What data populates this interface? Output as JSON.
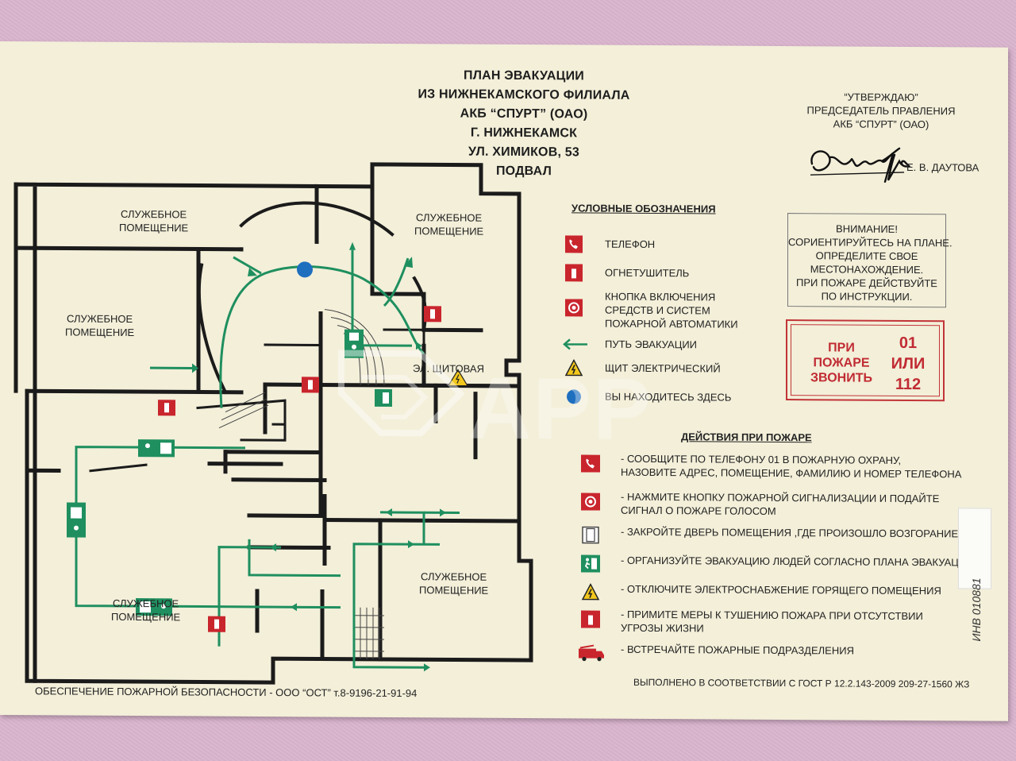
{
  "title": {
    "lines": [
      "ПЛАН ЭВАКУАЦИИ",
      "ИЗ НИЖНЕКАМСКОГО ФИЛИАЛА",
      "АКБ “СПУРТ” (ОАО)",
      "Г. НИЖНЕКАМСК",
      "УЛ. ХИМИКОВ, 53",
      "ПОДВАЛ"
    ]
  },
  "approval": {
    "lines": [
      "“УТВЕРЖДАЮ”",
      "ПРЕДСЕДАТЕЛЬ ПРАВЛЕНИЯ",
      "АКБ “СПУРТ” (ОАО)"
    ],
    "signature": "Даутова",
    "name": "Е. В. ДАУТОВА"
  },
  "attention": {
    "lines": [
      "ВНИМАНИЕ!",
      "СОРИЕНТИРУЙТЕСЬ НА ПЛАНЕ.",
      "ОПРЕДЕЛИТЕ СВОЕ",
      "МЕСТОНАХОЖДЕНИЕ.",
      "ПРИ ПОЖАРЕ ДЕЙСТВУЙТЕ",
      "ПО ИНСТРУКЦИИ."
    ]
  },
  "fire_call": {
    "left": [
      "ПРИ",
      "ПОЖАРЕ",
      "ЗВОНИТЬ"
    ],
    "right": [
      "01",
      "ИЛИ",
      "112"
    ]
  },
  "legend": {
    "title": "УСЛОВНЫЕ ОБОЗНАЧЕНИЯ",
    "items": [
      {
        "icon": "telephone-icon",
        "label": [
          "ТЕЛЕФОН"
        ]
      },
      {
        "icon": "fire-extinguisher-icon",
        "label": [
          "ОГНЕТУШИТЕЛЬ"
        ]
      },
      {
        "icon": "fire-alarm-button-icon",
        "label": [
          "КНОПКА ВКЛЮЧЕНИЯ",
          "СРЕДСТВ И СИСТЕМ",
          "ПОЖАРНОЙ АВТОМАТИКИ"
        ]
      },
      {
        "icon": "evacuation-arrow-icon",
        "label": [
          "ПУТЬ ЭВАКУАЦИИ"
        ]
      },
      {
        "icon": "electrical-panel-icon",
        "label": [
          "ЩИТ ЭЛЕКТРИЧЕСКИЙ"
        ]
      },
      {
        "icon": "you-are-here-icon",
        "label": [
          "ВЫ НАХОДИТЕСЬ ЗДЕСЬ"
        ]
      }
    ]
  },
  "actions": {
    "title": "ДЕЙСТВИЯ ПРИ ПОЖАРЕ",
    "items": [
      {
        "icon": "telephone-icon",
        "label": [
          "- СООБЩИТЕ ПО ТЕЛЕФОНУ 01 В ПОЖАРНУЮ ОХРАНУ,",
          "НАЗОВИТЕ АДРЕС, ПОМЕЩЕНИЕ, ФАМИЛИЮ И НОМЕР ТЕЛЕФОНА"
        ]
      },
      {
        "icon": "fire-alarm-button-icon",
        "label": [
          "- НАЖМИТЕ КНОПКУ ПОЖАРНОЙ СИГНАЛИЗАЦИИ И ПОДАЙТЕ",
          "СИГНАЛ О ПОЖАРЕ ГОЛОСОМ"
        ]
      },
      {
        "icon": "door-icon",
        "label": [
          "- ЗАКРОЙТЕ ДВЕРЬ ПОМЕЩЕНИЯ ,ГДЕ ПРОИЗОШЛО ВОЗГОРАНИЕ"
        ]
      },
      {
        "icon": "emergency-exit-icon",
        "label": [
          "- ОРГАНИЗУЙТЕ ЭВАКУАЦИЮ ЛЮДЕЙ СОГЛАСНО ПЛАНА ЭВАКУАЦИИ."
        ]
      },
      {
        "icon": "electrical-panel-icon",
        "label": [
          "- ОТКЛЮЧИТЕ ЭЛЕКТРОСНАБЖЕНИЕ ГОРЯЩЕГО ПОМЕЩЕНИЯ"
        ]
      },
      {
        "icon": "fire-extinguisher-icon",
        "label": [
          "- ПРИМИТЕ МЕРЫ К ТУШЕНИЮ ПОЖАРА ПРИ ОТСУТСТВИИ",
          "УГРОЗЫ ЖИЗНИ"
        ]
      },
      {
        "icon": "fire-truck-icon",
        "label": [
          "- ВСТРЕЧАЙТЕ ПОЖАРНЫЕ ПОДРАЗДЕЛЕНИЯ"
        ]
      }
    ]
  },
  "rooms": {
    "service_1": [
      "СЛУЖЕБНОЕ",
      "ПОМЕЩЕНИЕ"
    ],
    "service_2": [
      "СЛУЖЕБНОЕ",
      "ПОМЕЩЕНИЕ"
    ],
    "service_3": [
      "СЛУЖЕБНОЕ",
      "ПОМЕЩЕНИЕ"
    ],
    "service_4": [
      "СЛУЖЕБНОЕ",
      "ПОМЕЩЕНИЕ"
    ],
    "service_5": [
      "СЛУЖЕБНОЕ",
      "ПОМЕЩЕНИЕ"
    ],
    "electrical": "ЭЛ. ЩИТОВАЯ"
  },
  "footer": {
    "left": "ОБЕСПЕЧЕНИЕ ПОЖАРНОЙ БЕЗОПАСНОСТИ - ООО “ОСТ” т.8-9196-21-91-94",
    "right": "ВЫПОЛНЕНО В СООТВЕТСТВИИ С ГОСТ Р 12.2.143-2009 209-27-1560 ЖЗ"
  },
  "inventory": "ИНВ 010881",
  "watermark": "APP",
  "colors": {
    "evac_green": "#1f8f5f",
    "sign_red": "#c9252d",
    "wall_black": "#1b1b1b",
    "you_here_blue": "#1f6fbf",
    "warning_yellow": "#f2c81d"
  }
}
